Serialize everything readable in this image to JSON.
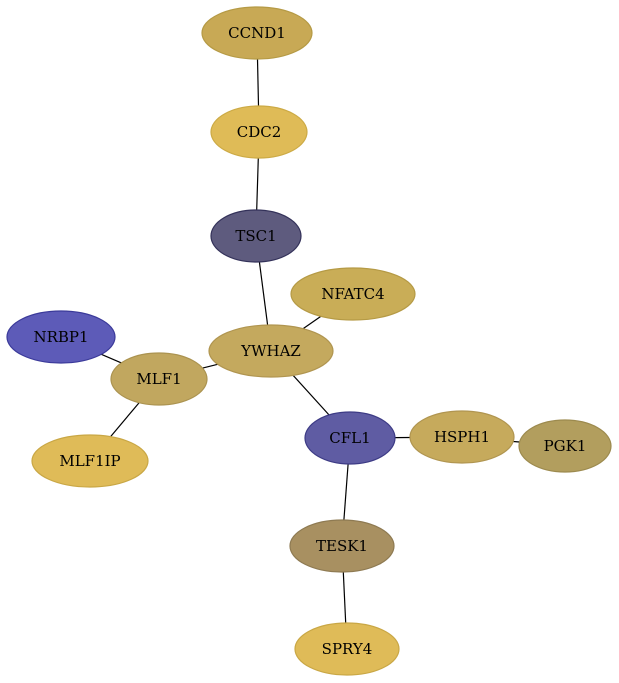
{
  "nodes": [
    {
      "id": "CCND1",
      "label": "CCND1",
      "fill": "#c8a955",
      "stroke": "#b59a45"
    },
    {
      "id": "CDC2",
      "label": "CDC2",
      "fill": "#dfbb57",
      "stroke": "#ccaa45"
    },
    {
      "id": "TSC1",
      "label": "TSC1",
      "fill": "#5e5b7e",
      "stroke": "#34325a"
    },
    {
      "id": "NFATC4",
      "label": "NFATC4",
      "fill": "#c9ad57",
      "stroke": "#b59a45"
    },
    {
      "id": "YWHAZ",
      "label": "YWHAZ",
      "fill": "#c4a95e",
      "stroke": "#b09550"
    },
    {
      "id": "NRBP1",
      "label": "NRBP1",
      "fill": "#5d5bb8",
      "stroke": "#3b3a9a"
    },
    {
      "id": "MLF1",
      "label": "MLF1",
      "fill": "#c1a75f",
      "stroke": "#ab9350"
    },
    {
      "id": "MLF1IP",
      "label": "MLF1IP",
      "fill": "#dfbb58",
      "stroke": "#c9a745"
    },
    {
      "id": "CFL1",
      "label": "CFL1",
      "fill": "#5f5ca3",
      "stroke": "#3d3b85"
    },
    {
      "id": "HSPH1",
      "label": "HSPH1",
      "fill": "#c6aa5c",
      "stroke": "#b09550"
    },
    {
      "id": "PGK1",
      "label": "PGK1",
      "fill": "#b29e5e",
      "stroke": "#9c8a4e"
    },
    {
      "id": "TESK1",
      "label": "TESK1",
      "fill": "#a89061",
      "stroke": "#8e7a52"
    },
    {
      "id": "SPRY4",
      "label": "SPRY4",
      "fill": "#dfbb58",
      "stroke": "#c9a745"
    }
  ],
  "edges": [
    {
      "source": "CCND1",
      "target": "CDC2"
    },
    {
      "source": "CDC2",
      "target": "TSC1"
    },
    {
      "source": "TSC1",
      "target": "YWHAZ"
    },
    {
      "source": "NFATC4",
      "target": "YWHAZ"
    },
    {
      "source": "YWHAZ",
      "target": "MLF1"
    },
    {
      "source": "YWHAZ",
      "target": "CFL1"
    },
    {
      "source": "NRBP1",
      "target": "MLF1"
    },
    {
      "source": "MLF1",
      "target": "MLF1IP"
    },
    {
      "source": "CFL1",
      "target": "HSPH1"
    },
    {
      "source": "HSPH1",
      "target": "PGK1"
    },
    {
      "source": "CFL1",
      "target": "TESK1"
    },
    {
      "source": "TESK1",
      "target": "SPRY4"
    }
  ]
}
